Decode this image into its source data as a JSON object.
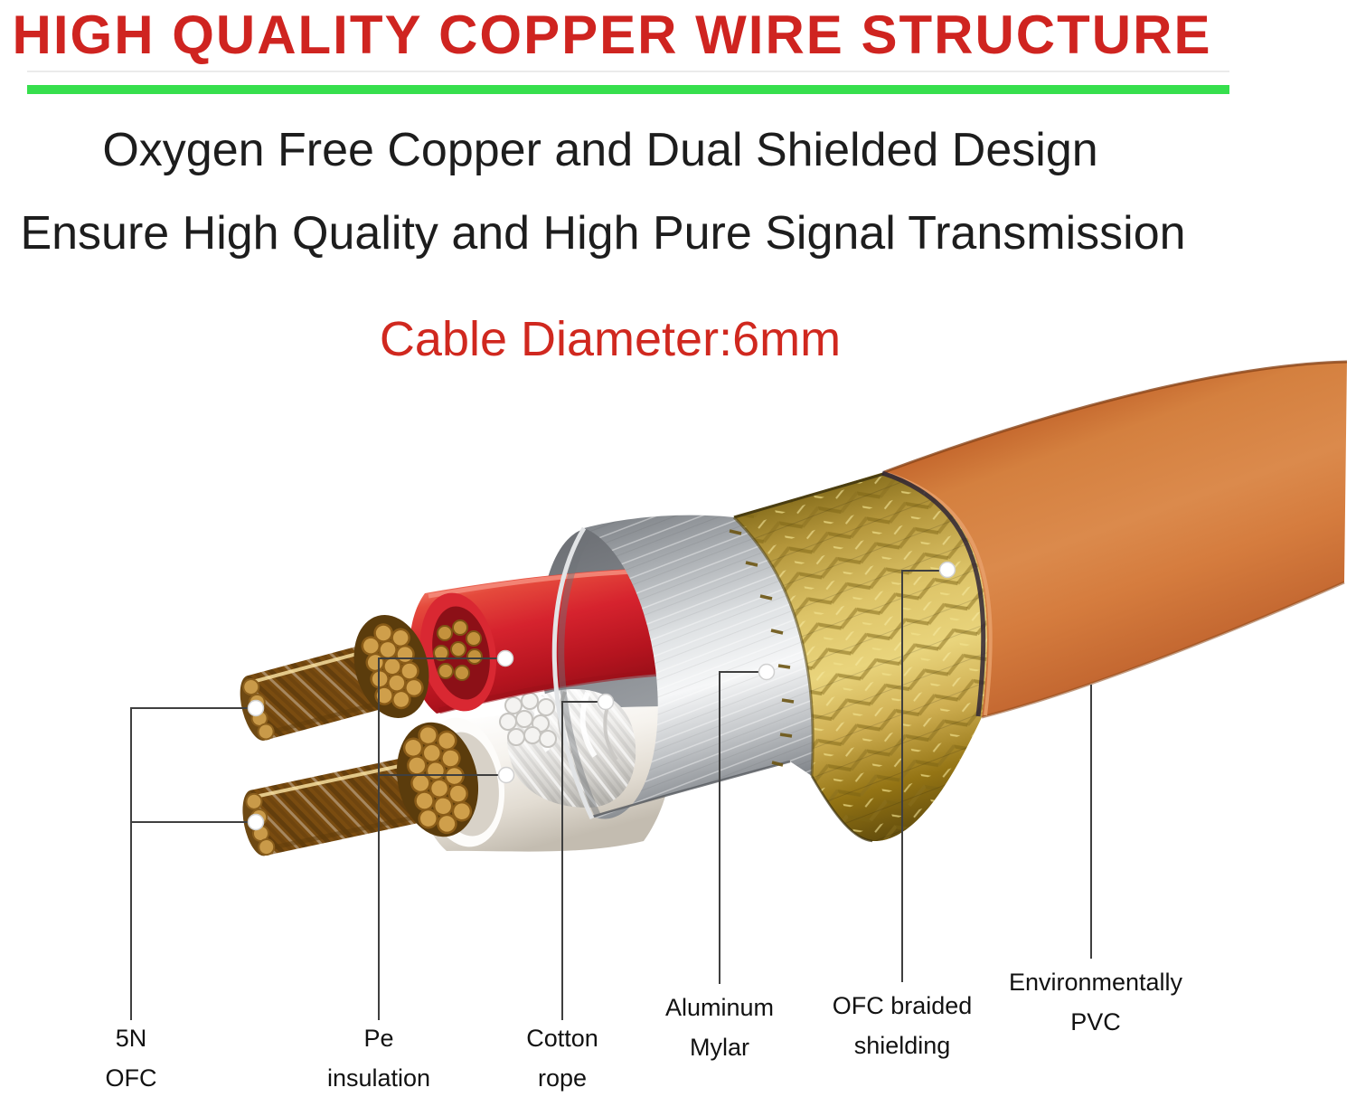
{
  "heading": "HIGH QUALITY COPPER WIRE STRUCTURE",
  "subtitle_line1": "Oxygen Free Copper and Dual Shielded Design",
  "subtitle_line2": "Ensure High Quality and High Pure Signal Transmission",
  "diameter_note": "Cable Diameter:6mm",
  "callouts": [
    {
      "line1": "5N",
      "line2": "OFC"
    },
    {
      "line1": "Pe",
      "line2": "insulation"
    },
    {
      "line1": "Cotton",
      "line2": "rope"
    },
    {
      "line1": "Aluminum",
      "line2": "Mylar"
    },
    {
      "line1": "OFC braided",
      "line2": "shielding"
    },
    {
      "line1": "Environmentally",
      "line2": "PVC"
    }
  ],
  "colors": {
    "title_red": "#cf2420",
    "divider_green": "#36df4d",
    "body_text": "#1d1d1d",
    "jacket_orange": "#d5803f",
    "braid_gold": "#d9c267",
    "mylar_silver": "#e8eaec",
    "pe_insulation_red": "#d6232e",
    "pe_insulation_white": "#f6f3ee",
    "copper": "#d9a946",
    "cotton_white": "#f0efed",
    "leader_line": "#3f3f3f"
  }
}
